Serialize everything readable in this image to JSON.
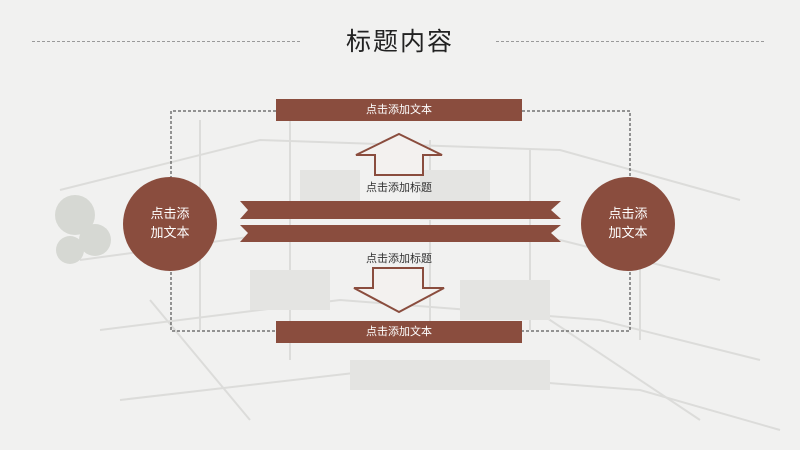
{
  "title": "标题内容",
  "banners": {
    "top": "点击添加文本",
    "bottom": "点击添加文本"
  },
  "captions": {
    "upper": "点击添加标题",
    "lower": "点击添加标题"
  },
  "circles": {
    "left": {
      "line1": "点击添",
      "line2": "加文本"
    },
    "right": {
      "line1": "点击添",
      "line2": "加文本"
    }
  },
  "colors": {
    "accent": "#8a4d3e",
    "background": "#f1f1f0"
  },
  "icons": {
    "up": "up-arrow-outline-icon",
    "down": "down-arrow-outline-icon"
  }
}
